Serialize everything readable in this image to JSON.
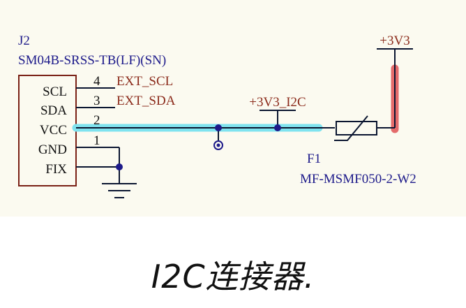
{
  "connector": {
    "designator": "J2",
    "part_number": "SM04B-SRSS-TB(LF)(SN)",
    "pins": [
      {
        "name": "SCL",
        "number": "4",
        "net": "EXT_SCL"
      },
      {
        "name": "SDA",
        "number": "3",
        "net": "EXT_SDA"
      },
      {
        "name": "VCC",
        "number": "2",
        "net": ""
      },
      {
        "name": "GND",
        "number": "1",
        "net": ""
      },
      {
        "name": "FIX",
        "number": "",
        "net": ""
      }
    ]
  },
  "nets": {
    "i2c_power": "+3V3_I2C",
    "supply": "+3V3"
  },
  "fuse": {
    "designator": "F1",
    "part_number": "MF-MSMF050-2-W2"
  },
  "colors": {
    "wire": "#0a1530",
    "highlight_net": "#7fe3ef",
    "supply_highlight": "#e46b6b",
    "body": "#fbfaf0",
    "junction": "#1d1a8a"
  },
  "caption": "I2C连接器."
}
